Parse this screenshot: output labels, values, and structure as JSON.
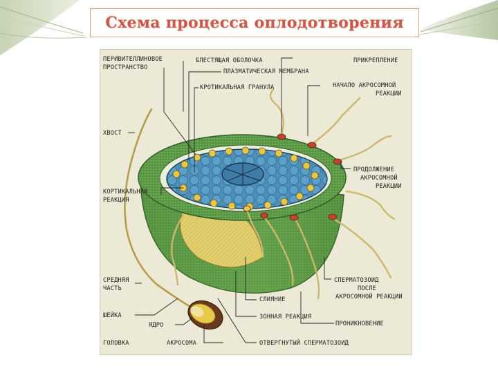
{
  "slide": {
    "title": "Схема процесса оплодотворения"
  },
  "diagram": {
    "labels": {
      "perivitelline_1": "ПЕРИВИТЕЛЛИНОВОЕ",
      "perivitelline_2": "ПРОСТРАНСТВО",
      "shiny_membrane": "БЛЕСТЯЩАЯ ОБОЛОЧКА",
      "plasma_membrane": "ПЛАЗМАТИЧЕСКАЯ МЕМБРАНА",
      "cortical_granule": "КРОТИКАЛЬНАЯ ГРАНУЛА",
      "attachment": "ПРИКРЕПЛЕНИЕ",
      "acrosome_start_1": "НАЧАЛО АКРОСОМНОЙ",
      "acrosome_start_2": "РЕАКЦИИ",
      "tail": "ХВОСТ",
      "cortical_reaction_1": "КОРТИКАЛЬНАЯ",
      "cortical_reaction_2": "РЕАКЦИЯ",
      "acrosome_continue_1": "ПРОДОЛЖЕНИЕ",
      "acrosome_continue_2": "АКРОСОМНОЙ",
      "acrosome_continue_3": "РЕАКЦИИ",
      "middle_part_1": "СРЕДНЯЯ",
      "middle_part_2": "ЧАСТЬ",
      "sperm_after_1": "СПЕРМАТОЗОИД",
      "sperm_after_2": "ПОСЛЕ",
      "sperm_after_3": "АКРОСОМНОЙ РЕАКЦИИ",
      "fusion": "СЛИЯНИЕ",
      "neck": "ШЕЙКА",
      "nucleus": "ЯДРО",
      "zona_reaction": "ЗОННАЯ РЕАКЦИЯ",
      "penetration": "ПРОНИКНОВЕНИЕ",
      "head": "ГОЛОВКА",
      "acrosome": "АКРОСОМА",
      "rejected_sperm": "ОТВЕРГНУТЫЙ СПЕРМАТОЗОИД"
    },
    "colors": {
      "zona_green": "#5d9a47",
      "cytoplasm_yellow": "#e2cf6e",
      "nucleus_blue": "#4f8fb8",
      "sperm_tail": "#d6c27a",
      "acrosome_red": "#c0442e"
    }
  }
}
